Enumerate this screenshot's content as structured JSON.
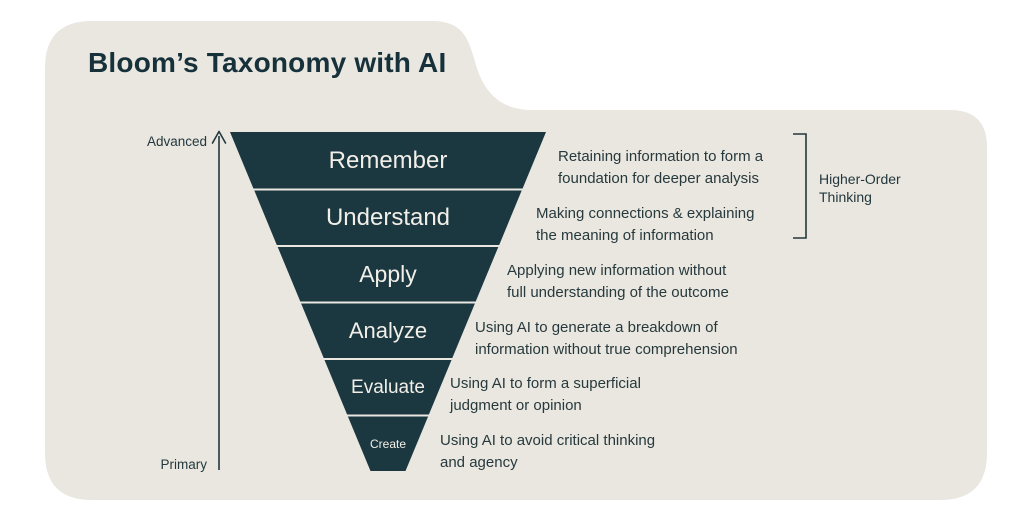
{
  "title": "Bloom’s Taxonomy with AI",
  "axis": {
    "top_label": "Advanced",
    "bottom_label": "Primary"
  },
  "funnel": {
    "levels": [
      {
        "label": "Remember",
        "desc": [
          "Retaining information to form a",
          "foundation for deeper analysis"
        ]
      },
      {
        "label": "Understand",
        "desc": [
          "Making connections & explaining",
          "the meaning of information"
        ]
      },
      {
        "label": "Apply",
        "desc": [
          "Applying new information without",
          "full understanding of the outcome"
        ]
      },
      {
        "label": "Analyze",
        "desc": [
          "Using AI to generate a breakdown of",
          "information without true comprehension"
        ]
      },
      {
        "label": "Evaluate",
        "desc": [
          "Using AI to form a superficial",
          "judgment or opinion"
        ]
      },
      {
        "label": "Create",
        "desc": [
          "Using AI to avoid critical thinking",
          "and agency"
        ]
      }
    ]
  },
  "bracket": {
    "label": "Higher-Order Thinking"
  },
  "colors": {
    "card_background": "#e9e7e0",
    "funnel_fill": "#1b3740",
    "dark_text": "#23383d",
    "level_text": "#f2efe8"
  }
}
